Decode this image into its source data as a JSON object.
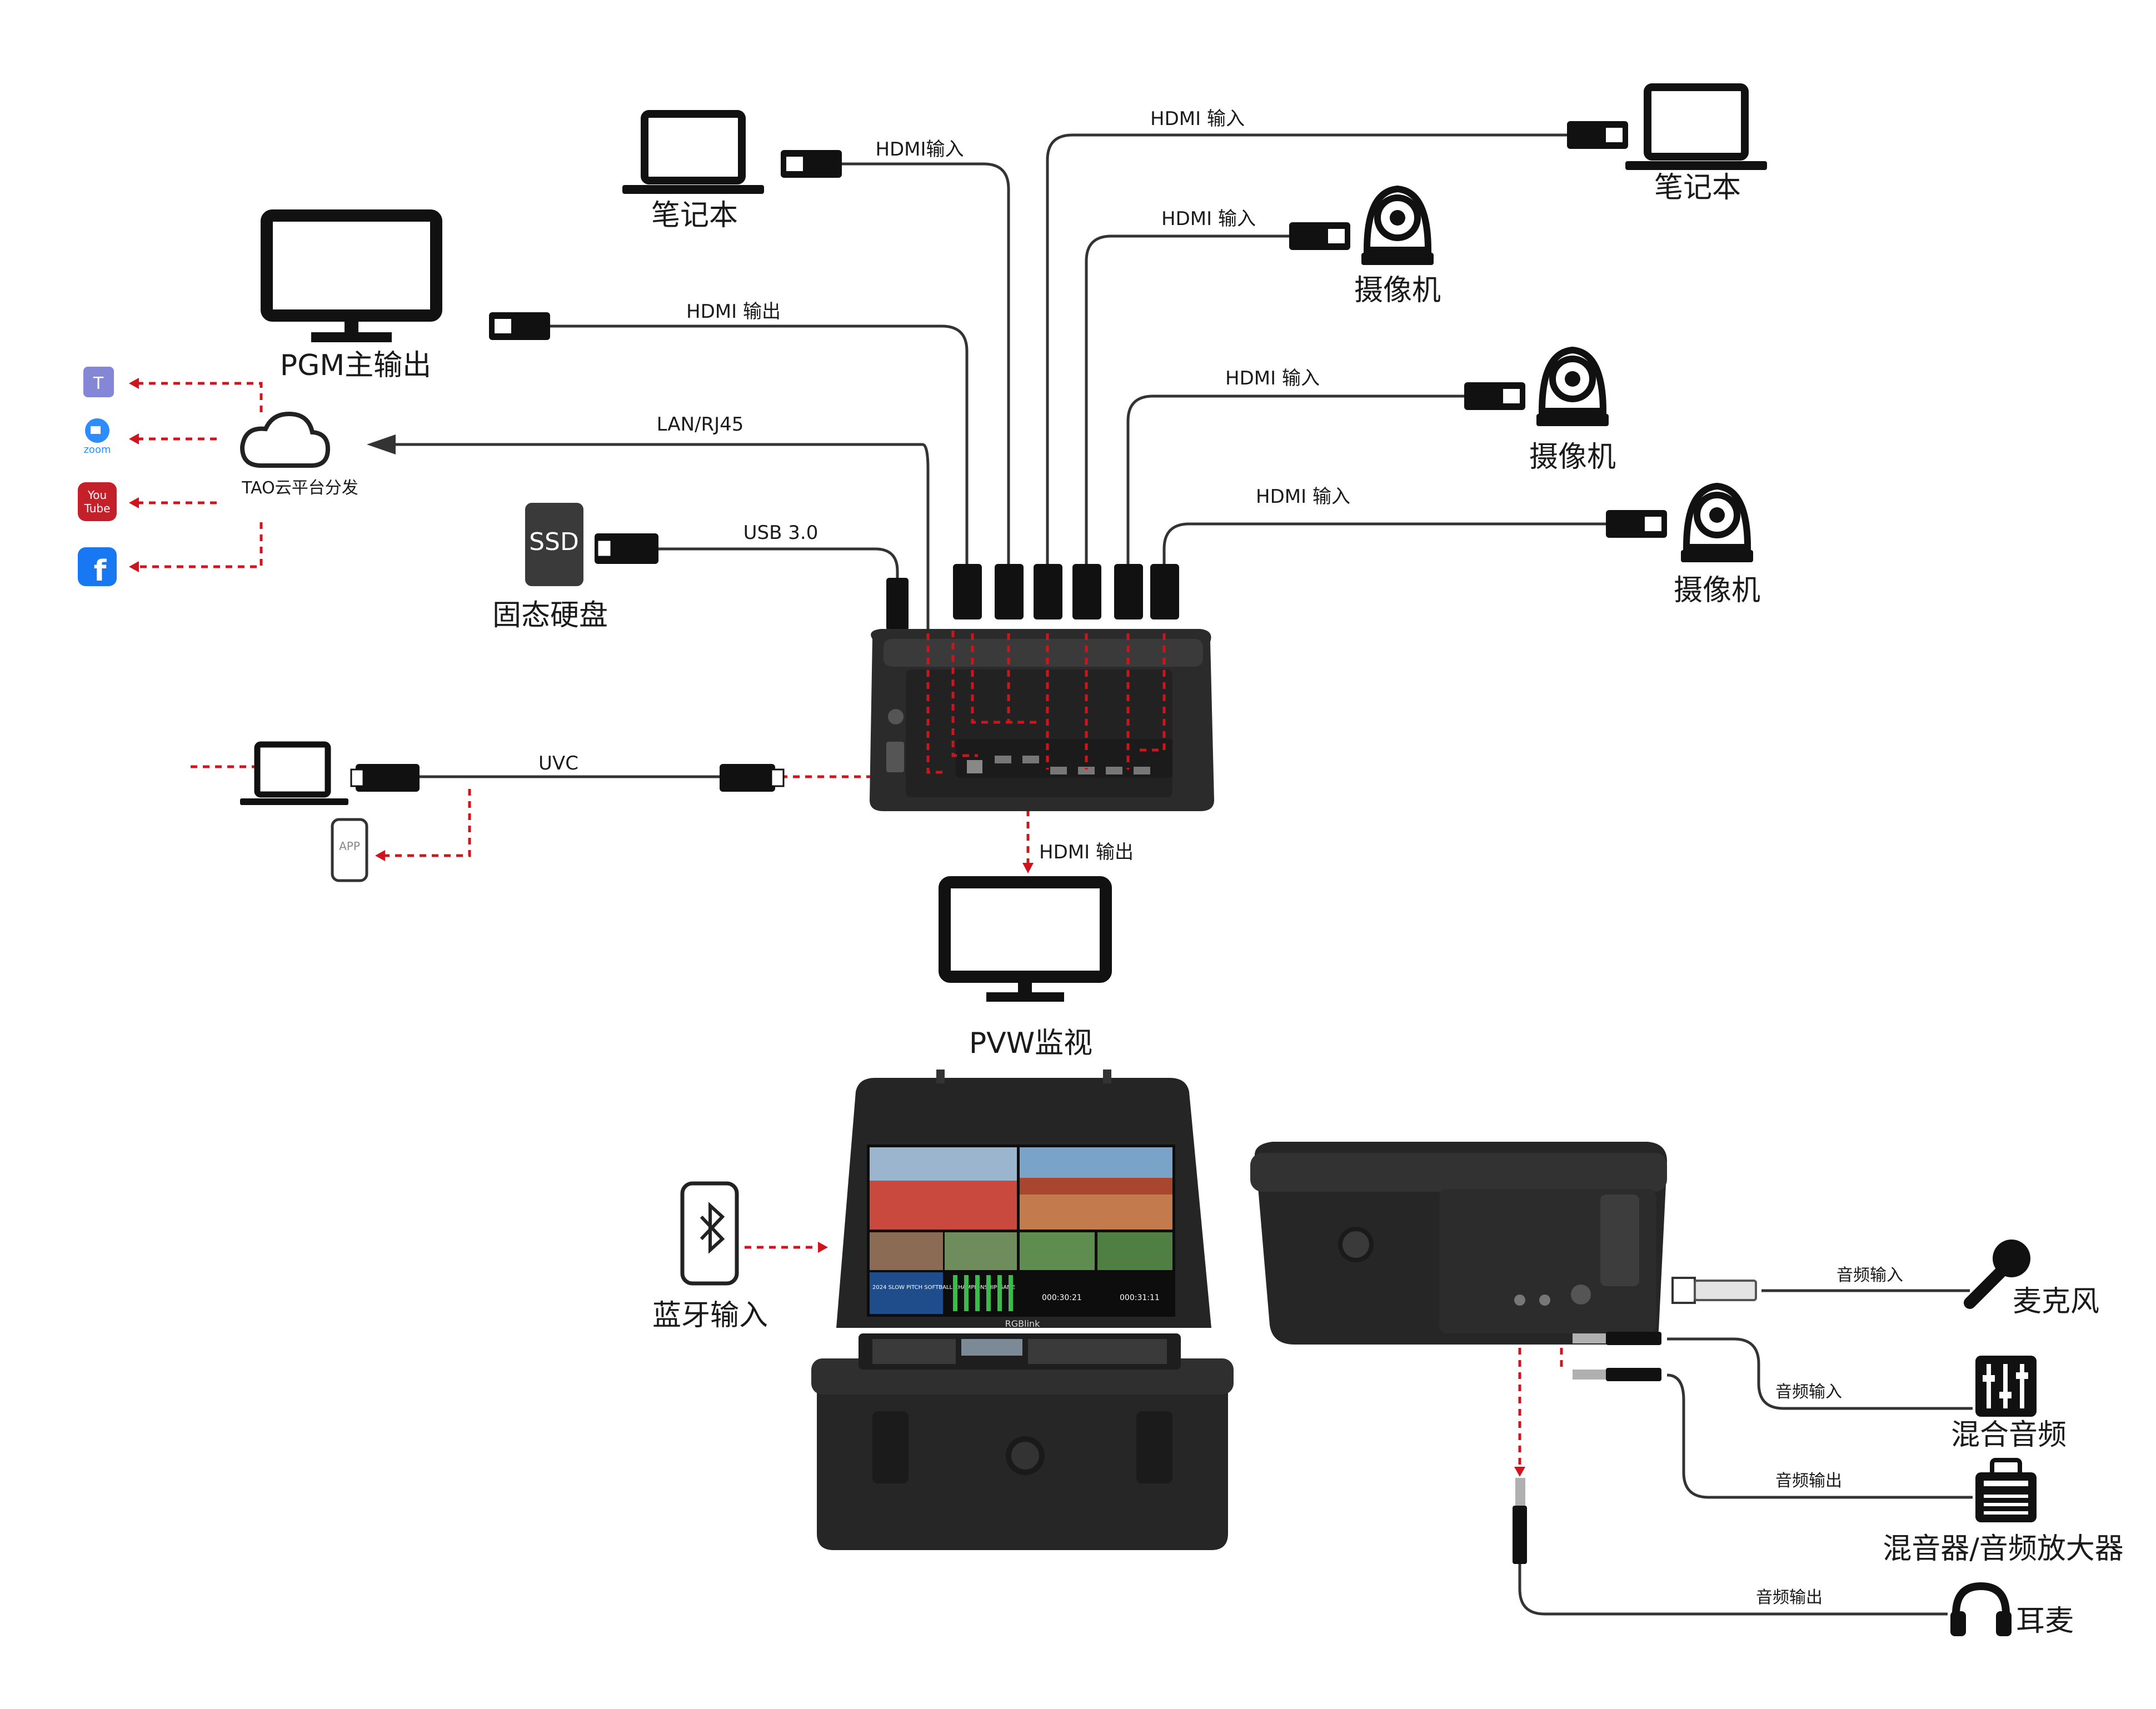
{
  "colors": {
    "line": "#333333",
    "signal": "#d0141e",
    "device": "#2b2b2b"
  },
  "devices": {
    "laptop_left": "笔记本",
    "laptop_right": "笔记本",
    "pgm_monitor": "PGM主输出",
    "cloud": "TAO云平台分发",
    "ssd_label": "固态硬盘",
    "ssd_chip": "SSD",
    "camera_1": "摄像机",
    "camera_2": "摄像机",
    "camera_3": "摄像机",
    "app_label": "APP",
    "pvw_monitor": "PVW监视",
    "bluetooth": "蓝牙输入",
    "microphone": "麦克风",
    "mixer_audio": "混合音频",
    "mixer_amp": "混音器/音频放大器",
    "headset": "耳麦",
    "brand": "RGBlink"
  },
  "links": {
    "hdmi_in_laptop_left": "HDMI输入",
    "hdmi_in_laptop_right": "HDMI 输入",
    "hdmi_in_cam1": "HDMI 输入",
    "hdmi_out_pgm": "HDMI 输出",
    "hdmi_in_cam2": "HDMI 输入",
    "lan": "LAN/RJ45",
    "hdmi_in_cam3": "HDMI 输入",
    "usb": "USB 3.0",
    "uvc": "UVC",
    "hdmi_out_pvw": "HDMI 输出",
    "audio_in_mic": "音频输入",
    "audio_in_mixer": "音频输入",
    "audio_out_amp": "音频输出",
    "audio_out_headset": "音频输出"
  },
  "streaming_platforms": [
    "teams-icon",
    "zoom-icon",
    "youtube-icon",
    "facebook-icon"
  ],
  "platform_text": {
    "zoom": "zoom",
    "youtube_top": "You",
    "youtube_bottom": "Tube",
    "facebook": "f"
  },
  "screen": {
    "title": "2024 SLOW PITCH SOFTBALL CHAMPIONSHIP GAME",
    "time_1": "000:30:21",
    "time_2": "000:31:11"
  }
}
